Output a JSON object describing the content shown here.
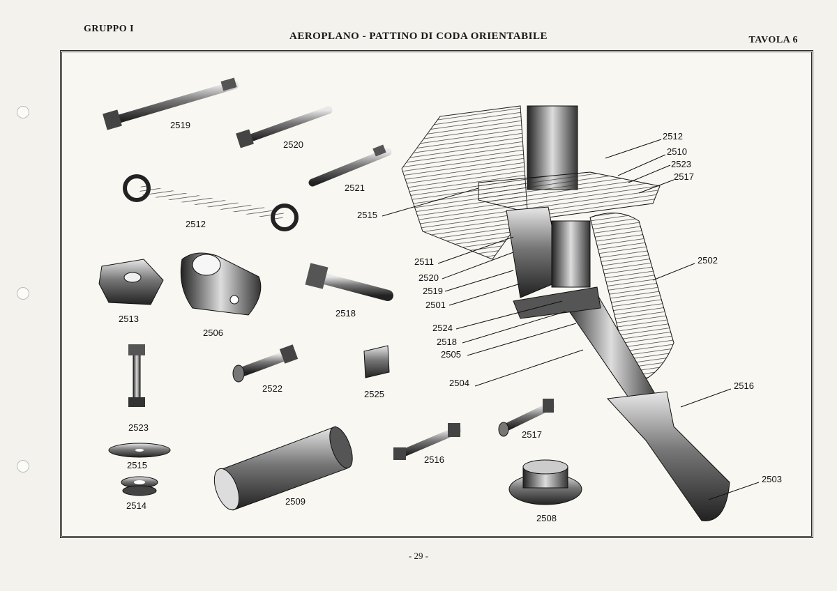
{
  "header": {
    "group": "GRUPPO I",
    "title": "AEROPLANO - PATTINO DI CODA ORIENTABILE",
    "plate": "TAVOLA 6"
  },
  "footer": {
    "page": "- 29 -"
  },
  "parts": [
    "2519",
    "2520",
    "2521",
    "2512",
    "2513",
    "2506",
    "2518",
    "2523",
    "2522",
    "2525",
    "2515",
    "2514",
    "2509",
    "2516",
    "2517",
    "2508"
  ],
  "callouts": [
    "2512",
    "2510",
    "2523",
    "2517",
    "2515",
    "2511",
    "2520",
    "2519",
    "2501",
    "2524",
    "2518",
    "2505",
    "2504",
    "2502",
    "2516",
    "2503"
  ]
}
